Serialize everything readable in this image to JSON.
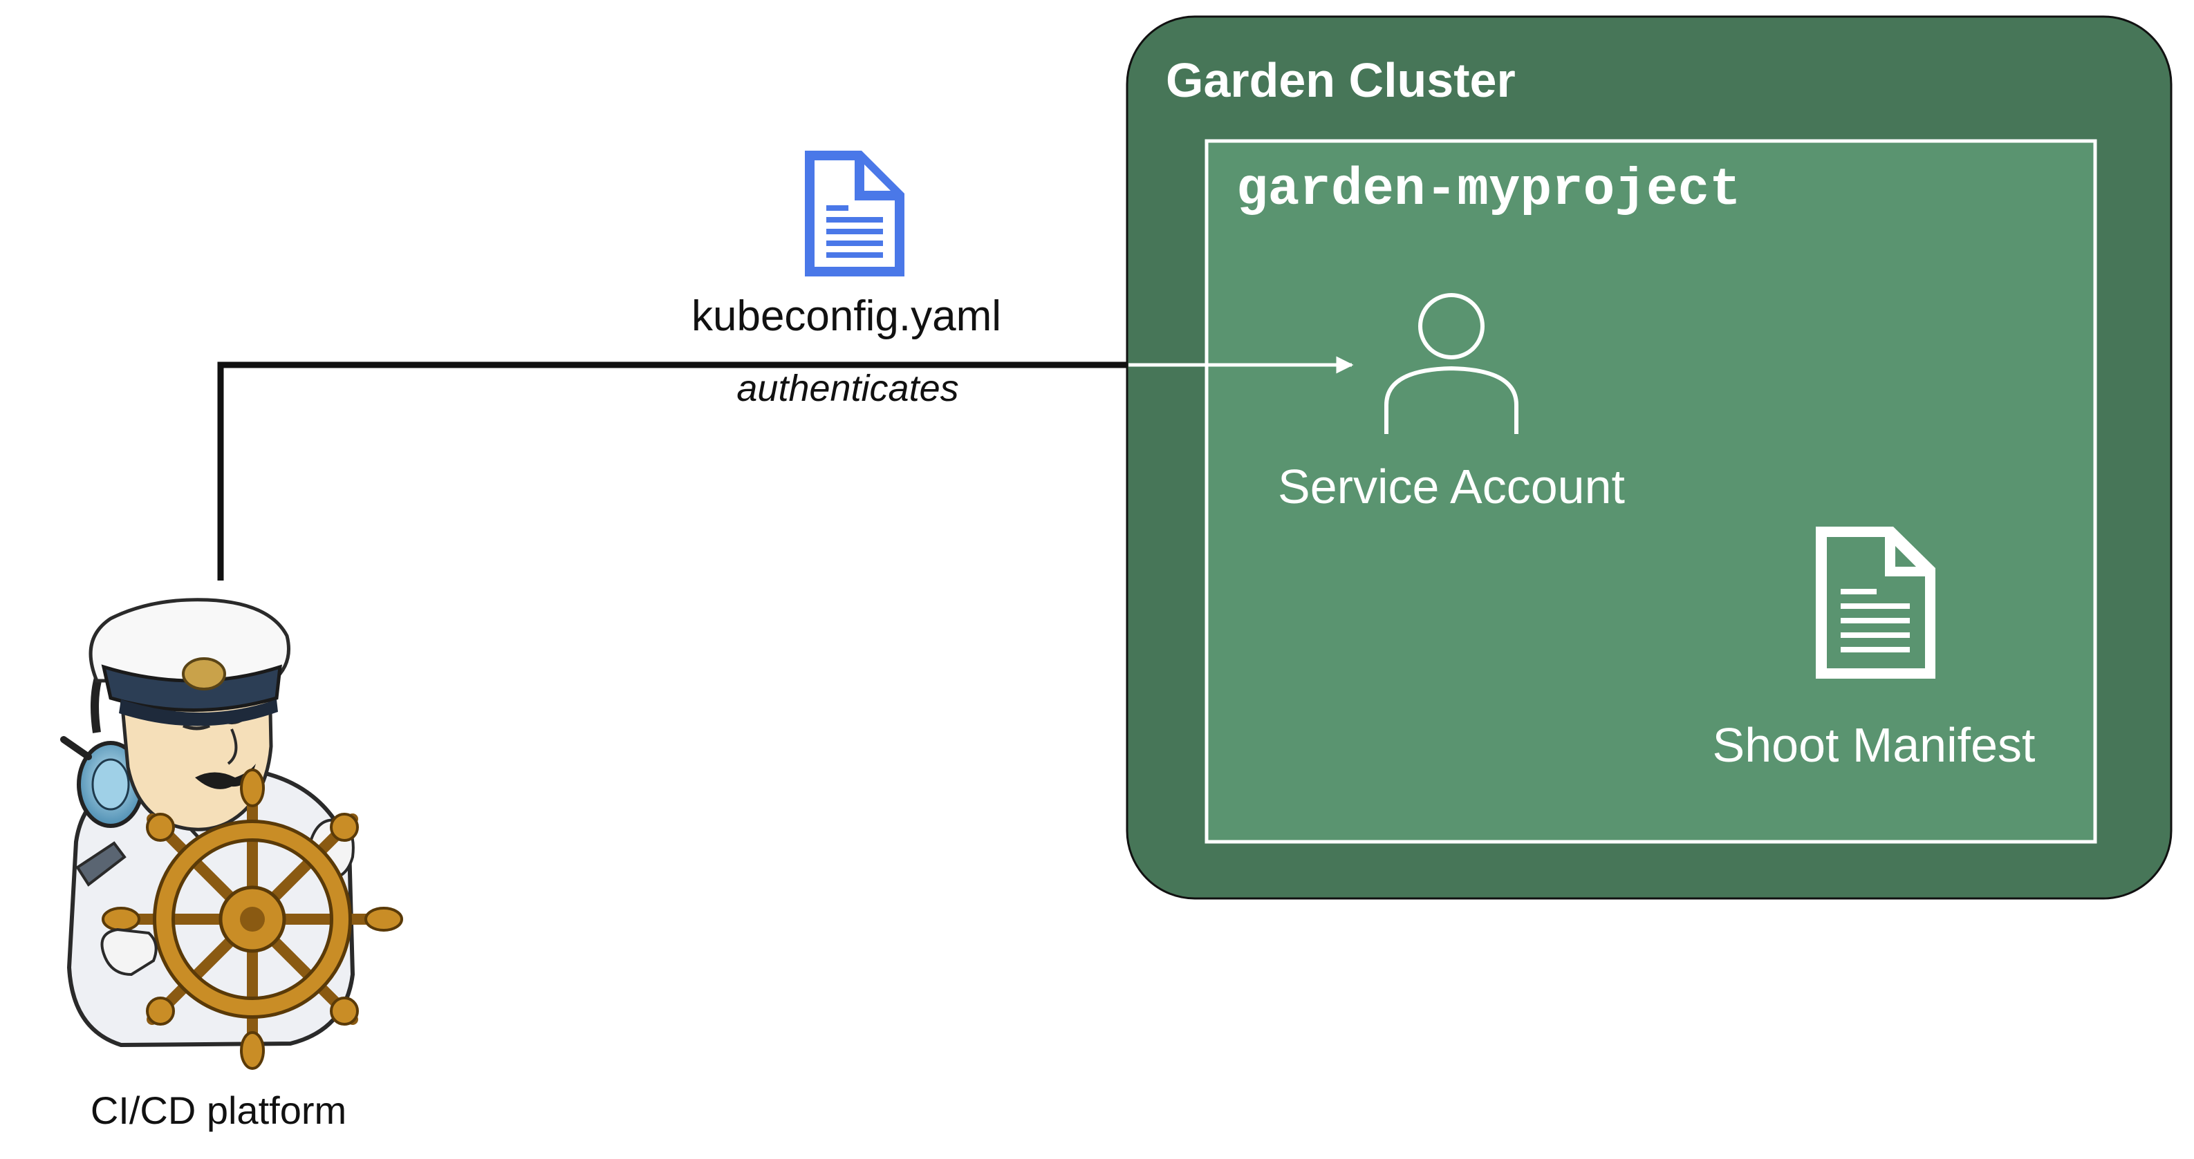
{
  "colors": {
    "cluster_fill": "#477658",
    "namespace_fill": "#5a9470",
    "namespace_border": "#ffffff",
    "connector": "#111111",
    "doc_icon": "#4a78e8",
    "white": "#ffffff",
    "text_dark": "#111111"
  },
  "garden_cluster": {
    "title": "Garden Cluster",
    "namespace": {
      "name": "garden-myproject",
      "service_account": {
        "icon": "user-icon",
        "label": "Service Account"
      },
      "shoot_manifest": {
        "icon": "document-icon",
        "label": "Shoot Manifest"
      }
    }
  },
  "connection": {
    "file_icon": "document-icon",
    "file_label": "kubeconfig.yaml",
    "action_label": "authenticates"
  },
  "ci_cd": {
    "icon": "captain-helm-mascot-icon",
    "label": "CI/CD platform"
  }
}
